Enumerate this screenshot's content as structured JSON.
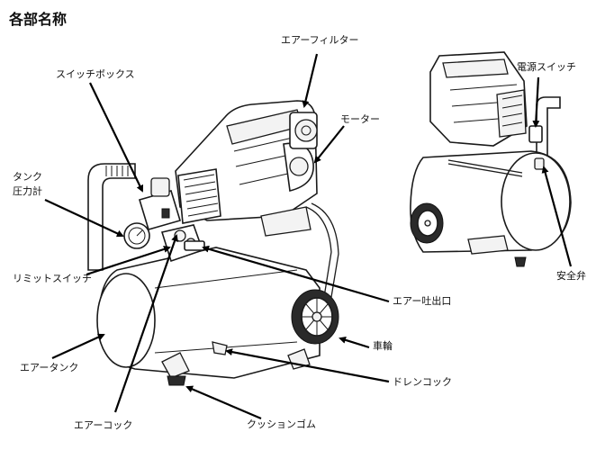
{
  "title": "各部名称",
  "labels": {
    "air_filter": "エアーフィルター",
    "switch_box": "スイッチボックス",
    "motor": "モーター",
    "power_switch": "電源スイッチ",
    "tank_gauge_line1": "タンク",
    "tank_gauge_line2": "圧力計",
    "limit_switch": "リミットスイッチ",
    "air_outlet": "エアー吐出口",
    "wheel": "車輪",
    "air_tank": "エアータンク",
    "drain_cock": "ドレンコック",
    "air_cock": "エアーコック",
    "cushion_rubber": "クッションゴム",
    "safety_valve": "安全弁"
  }
}
